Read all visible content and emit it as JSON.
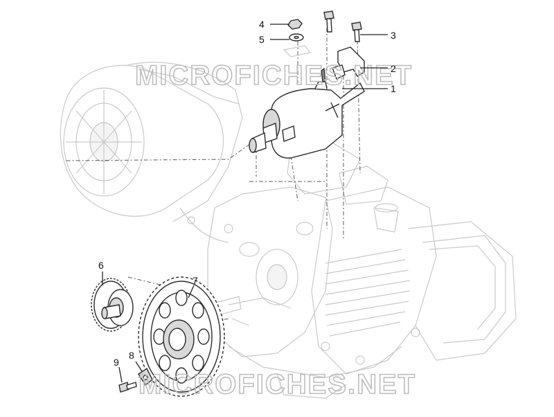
{
  "watermark": "MICROFICHES.NET",
  "callouts": [
    "1",
    "2",
    "3",
    "4",
    "5",
    "6",
    "7",
    "8",
    "9"
  ]
}
